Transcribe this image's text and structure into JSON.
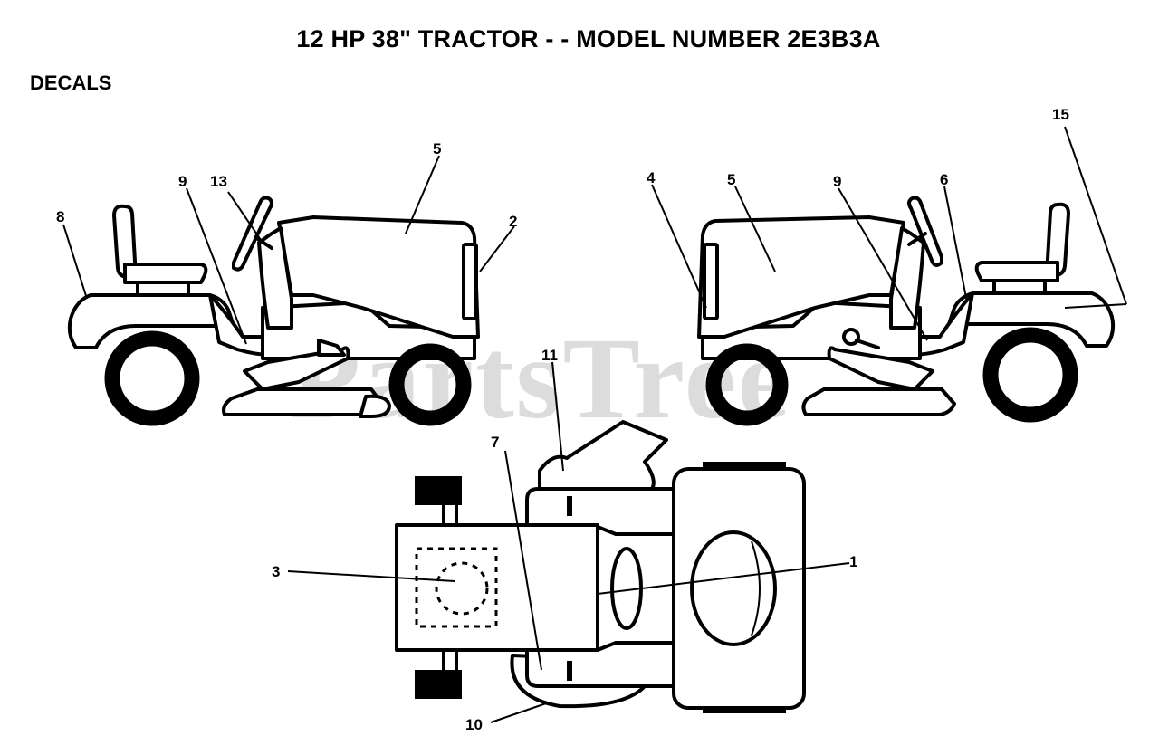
{
  "title": "12 HP 38\" TRACTOR - - MODEL NUMBER 2E3B3A",
  "section": "DECALS",
  "watermark": "PartsTree",
  "callouts": {
    "c1": "1",
    "c2": "2",
    "c3": "3",
    "c4": "4",
    "c5_left": "5",
    "c5_right": "5",
    "c6": "6",
    "c7": "7",
    "c8": "8",
    "c9_left": "9",
    "c9_right": "9",
    "c10": "10",
    "c11": "11",
    "c13": "13",
    "c15": "15"
  }
}
